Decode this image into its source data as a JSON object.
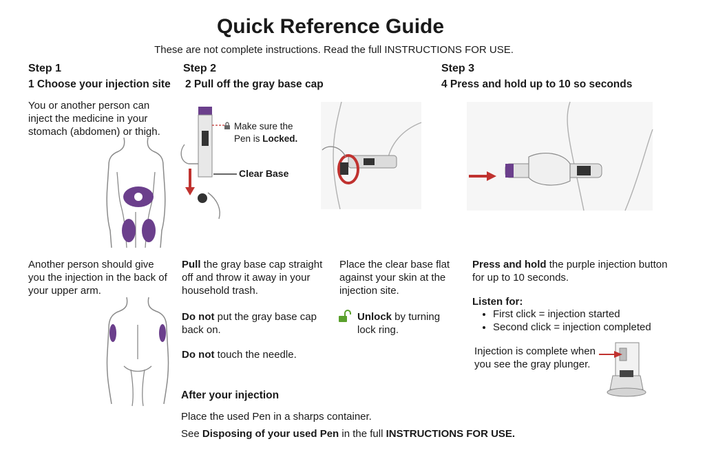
{
  "title": "Quick Reference Guide",
  "subtitle": "These are not complete instructions. Read the full INSTRUCTIONS FOR USE.",
  "step1": {
    "label": "Step 1",
    "heading": "1 Choose your injection site",
    "text": "You or another person can inject the medicine in your stomach (abdomen) or thigh.",
    "text2": "Another person should give you the injection in the back of your upper arm."
  },
  "step2": {
    "label": "Step 2",
    "heading": "2 Pull off the gray base cap",
    "callout_locked_a": "Make sure the",
    "callout_locked_b": "Pen is ",
    "callout_locked_bold": "Locked.",
    "callout_clear_base": "Clear Base",
    "pull_bold": "Pull",
    "pull_text": " the gray base cap straight off and throw it away in your household trash.",
    "donot1_bold": "Do not",
    "donot1_text": " put the gray base cap back on.",
    "donot2_bold": "Do not",
    "donot2_text": " touch the needle.",
    "place_text": "Place the clear base flat against your skin at the injection site.",
    "unlock_bold": "Unlock",
    "unlock_text": " by turning lock ring."
  },
  "step3": {
    "label": "Step 3",
    "heading": "4 Press and hold up to 10 so seconds",
    "press_bold": "Press and hold",
    "press_text": " the purple injection button for up to 10 seconds.",
    "listen": "Listen for:",
    "bullets": [
      "First click = injection started",
      "Second click = injection completed"
    ],
    "complete_text": "Injection is complete when you see the gray plunger."
  },
  "after": {
    "heading": "After your injection",
    "line1": "Place the used Pen in a sharps container.",
    "line2_pre": "See ",
    "line2_bold": "Disposing of your used Pen",
    "line2_mid": " in the full ",
    "line2_bold2": "INSTRUCTIONS FOR USE."
  },
  "colors": {
    "purple": "#6b3f8c",
    "red_arrow": "#c0322f",
    "green_lock": "#5aa02c",
    "outline": "#8a8a8a"
  }
}
